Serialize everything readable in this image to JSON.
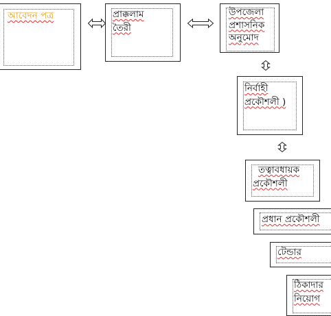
{
  "boxes": {
    "application": {
      "lines": [
        "আবেদন পত্র"
      ]
    },
    "estimate": {
      "lines": [
        "প্রাক্কলাম",
        "তৈরী"
      ]
    },
    "upazila": {
      "lines": [
        "উপজেলা",
        "প্রশাসনিক",
        "অনুমোদ"
      ]
    },
    "executive": {
      "lines": [
        "নির্বাহী",
        "প্রকৌশলী )"
      ]
    },
    "superintending": {
      "lines": [
        "তত্বাবধায়ক",
        "প্রকৌশলী"
      ]
    },
    "chief": {
      "lines": [
        "প্রধান  প্রকৌশলী"
      ]
    },
    "tender": {
      "lines": [
        "টেন্ডার"
      ]
    },
    "contractor": {
      "lines": [
        "ঠিকাদার",
        "নিয়োগ"
      ]
    }
  },
  "colors": {
    "first_label": "#e0a020",
    "text": "#111111",
    "border": "#222222",
    "spell_underline": "#e03030"
  }
}
